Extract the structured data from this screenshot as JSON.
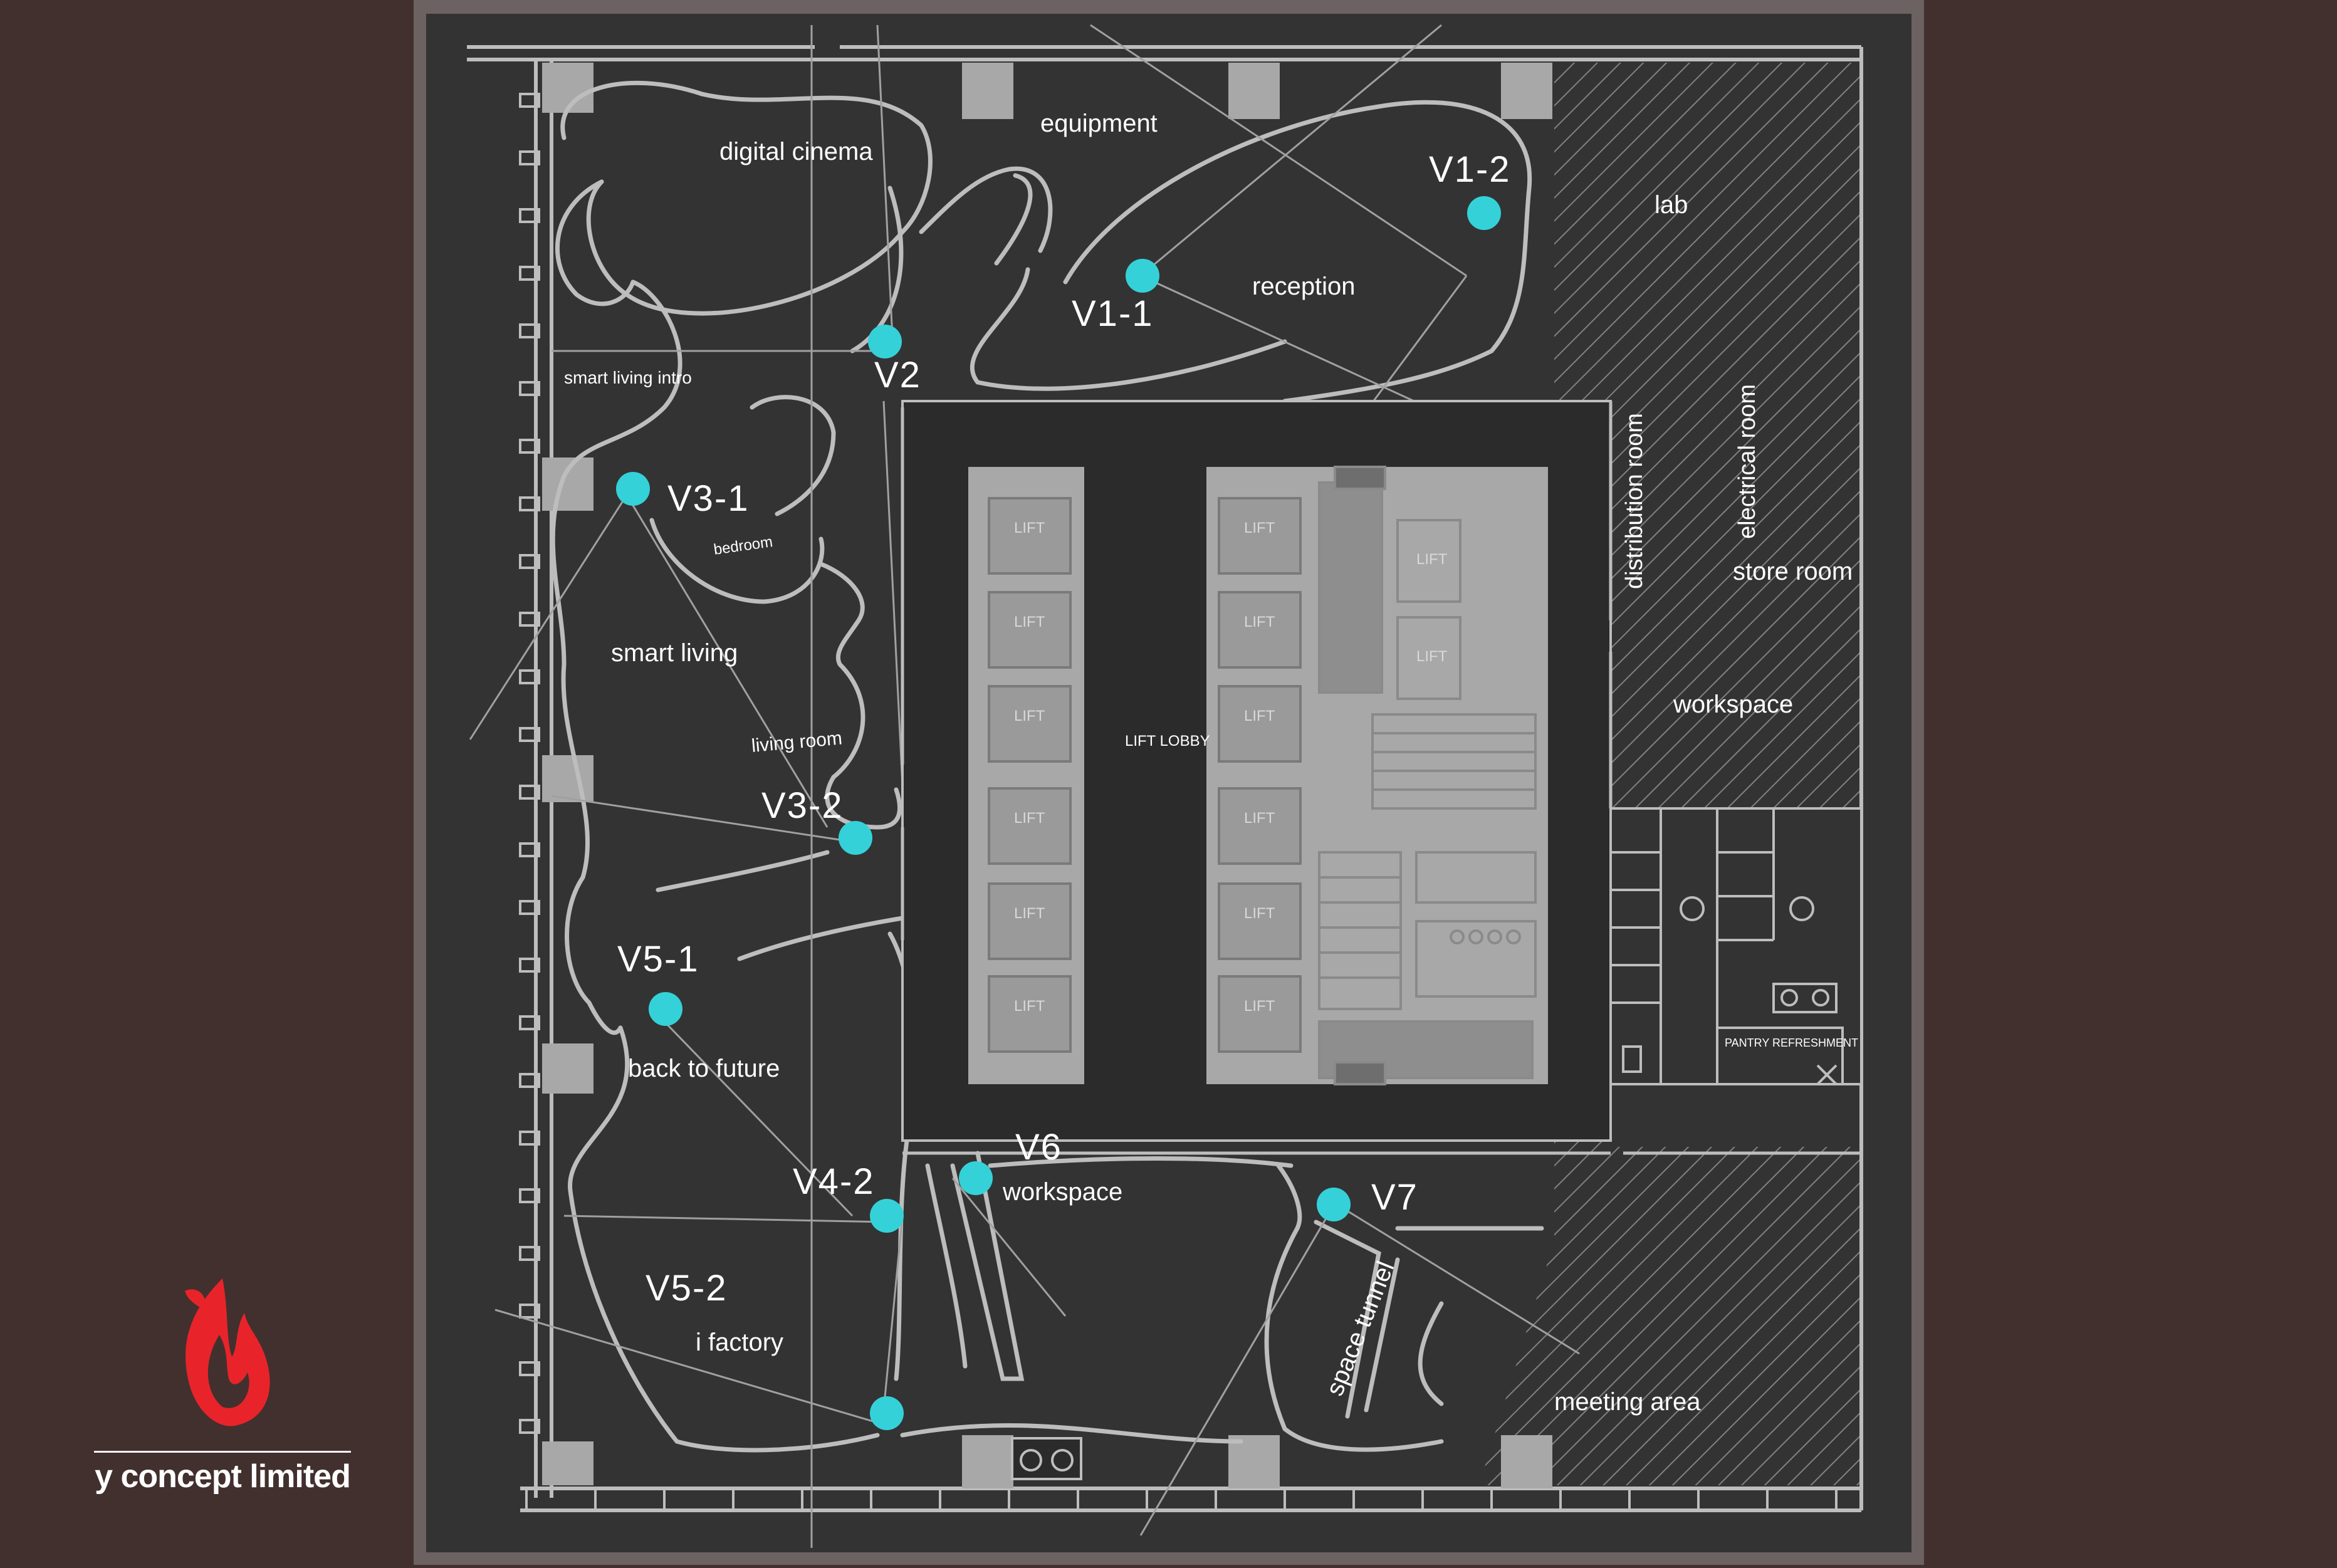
{
  "colors": {
    "background": "#42302e",
    "frame": "#6b6261",
    "floor": "#333333",
    "line": "#bdbdbd",
    "core": "#a8a8a8",
    "marker": "#35d1d8",
    "logo": "#e8242a"
  },
  "zones": [
    {
      "label": "digital cinema",
      "size": 40
    },
    {
      "label": "equipment",
      "size": 40
    },
    {
      "label": "reception",
      "size": 40
    },
    {
      "label": "lab",
      "size": 40
    },
    {
      "label": "smart living intro",
      "size": 28
    },
    {
      "label": "bedroom",
      "size": 24
    },
    {
      "label": "smart living",
      "size": 40
    },
    {
      "label": "living room",
      "size": 30
    },
    {
      "label": "distribution room",
      "size": 38
    },
    {
      "label": "electrical room",
      "size": 38
    },
    {
      "label": "store room",
      "size": 40
    },
    {
      "label": "workspace",
      "size": 40
    },
    {
      "label": "back to future",
      "size": 40
    },
    {
      "label": "workspace",
      "size": 40
    },
    {
      "label": "space tunnel",
      "size": 40
    },
    {
      "label": "i factory",
      "size": 40
    },
    {
      "label": "meeting area",
      "size": 40
    },
    {
      "label": "LIFT LOBBY",
      "size": 24
    },
    {
      "label": "PANTRY REFRESHMENT",
      "size": 18
    }
  ],
  "viewpoints": [
    {
      "label": "V1-1"
    },
    {
      "label": "V1-2"
    },
    {
      "label": "V2"
    },
    {
      "label": "V3-1"
    },
    {
      "label": "V3-2"
    },
    {
      "label": "V4-2"
    },
    {
      "label": "V5-1"
    },
    {
      "label": "V5-2"
    },
    {
      "label": "V6"
    },
    {
      "label": "V7"
    },
    {
      "label": ""
    }
  ],
  "lifts": [
    {
      "label": "LIFT"
    },
    {
      "label": "LIFT"
    },
    {
      "label": "LIFT"
    },
    {
      "label": "LIFT"
    },
    {
      "label": "LIFT"
    },
    {
      "label": "LIFT"
    },
    {
      "label": "LIFT"
    },
    {
      "label": "LIFT"
    },
    {
      "label": "LIFT"
    },
    {
      "label": "LIFT"
    },
    {
      "label": "LIFT"
    },
    {
      "label": "LIFT"
    },
    {
      "label": "LIFT"
    },
    {
      "label": "LIFT"
    }
  ],
  "brand": {
    "name": "y concept limited",
    "logo_icon": "flame-logo-icon"
  }
}
